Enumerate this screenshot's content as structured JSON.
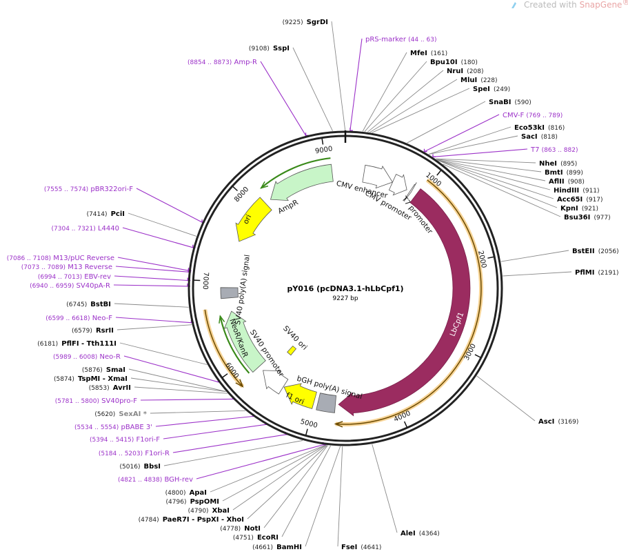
{
  "watermark": {
    "prefix": "Created with ",
    "brand": "SnapGene",
    "reg": "®"
  },
  "plasmid": {
    "name": "pY016 (pcDNA3.1-hLbCpf1)",
    "length_label": "9227 bp",
    "length": 9227
  },
  "ticks": [
    "1000",
    "2000",
    "3000",
    "4000",
    "5000",
    "6000",
    "7000",
    "8000",
    "9000"
  ],
  "colors": {
    "enzyme": "#000000",
    "primer": "#9b30c8",
    "cds": "#9b2c60",
    "marker": "#c8f5c8",
    "ori": "#ffff00",
    "orf": "#f0b040"
  },
  "sites": [
    {
      "name": "SgrDI",
      "pos": "9225"
    },
    {
      "name": "SspI",
      "pos": "9108"
    },
    {
      "name": "MfeI",
      "pos": "161"
    },
    {
      "name": "Bpu10I",
      "pos": "180"
    },
    {
      "name": "NruI",
      "pos": "208"
    },
    {
      "name": "MluI",
      "pos": "228"
    },
    {
      "name": "SpeI",
      "pos": "249"
    },
    {
      "name": "SnaBI",
      "pos": "590"
    },
    {
      "name": "Eco53kI",
      "pos": "816"
    },
    {
      "name": "SacI",
      "pos": "818"
    },
    {
      "name": "NheI",
      "pos": "895"
    },
    {
      "name": "BmtI",
      "pos": "899"
    },
    {
      "name": "AflII",
      "pos": "908"
    },
    {
      "name": "HindIII",
      "pos": "911"
    },
    {
      "name": "Acc65I",
      "pos": "917"
    },
    {
      "name": "KpnI",
      "pos": "921"
    },
    {
      "name": "Bsu36I",
      "pos": "977"
    },
    {
      "name": "BstEII",
      "pos": "2056"
    },
    {
      "name": "PflMI",
      "pos": "2191"
    },
    {
      "name": "AscI",
      "pos": "3169"
    },
    {
      "name": "AleI",
      "pos": "4364"
    },
    {
      "name": "FseI",
      "pos": "4641"
    },
    {
      "name": "BamHI",
      "pos": "4661"
    },
    {
      "name": "EcoRI",
      "pos": "4751"
    },
    {
      "name": "NotI",
      "pos": "4778"
    },
    {
      "name": "PaeR7I  - PspXI  - XhoI",
      "pos": "4784"
    },
    {
      "name": "XbaI",
      "pos": "4790"
    },
    {
      "name": "PspOMI",
      "pos": "4796"
    },
    {
      "name": "ApaI",
      "pos": "4800"
    },
    {
      "name": "BbsI",
      "pos": "5016"
    },
    {
      "name": "SexAI *",
      "pos": "5620"
    },
    {
      "name": "AvrII",
      "pos": "5853"
    },
    {
      "name": "TspMI  - XmaI",
      "pos": "5874"
    },
    {
      "name": "SmaI",
      "pos": "5876"
    },
    {
      "name": "PflFI  - Tth111I",
      "pos": "6181"
    },
    {
      "name": "RsrII",
      "pos": "6579"
    },
    {
      "name": "BstBI",
      "pos": "6745"
    },
    {
      "name": "PciI",
      "pos": "7414"
    }
  ],
  "primers": [
    {
      "name": "pRS-marker",
      "range": "(44 .. 63)",
      "start": 44
    },
    {
      "name": "Amp-R",
      "range": "(8854 .. 8873)",
      "start": 8854
    },
    {
      "name": "CMV-F",
      "range": "(769 .. 789)",
      "start": 769
    },
    {
      "name": "T7",
      "range": "(863 .. 882)",
      "start": 863
    },
    {
      "name": "pBR322ori-F",
      "range": "(7555 .. 7574)",
      "start": 7555
    },
    {
      "name": "L4440",
      "range": "(7304 .. 7321)",
      "start": 7304
    },
    {
      "name": "M13/pUC Reverse",
      "range": "(7086 .. 7108)",
      "start": 7086
    },
    {
      "name": "M13 Reverse",
      "range": "(7073 .. 7089)",
      "start": 7073
    },
    {
      "name": "EBV-rev",
      "range": "(6994 .. 7013)",
      "start": 6994
    },
    {
      "name": "SV40pA-R",
      "range": "(6940 .. 6959)",
      "start": 6940
    },
    {
      "name": "Neo-F",
      "range": "(6599 .. 6618)",
      "start": 6599
    },
    {
      "name": "Neo-R",
      "range": "(5989 .. 6008)",
      "start": 5989
    },
    {
      "name": "SV40pro-F",
      "range": "(5781 .. 5800)",
      "start": 5781
    },
    {
      "name": "pBABE 3'",
      "range": "(5534 .. 5554)",
      "start": 5534
    },
    {
      "name": "F1ori-F",
      "range": "(5394 .. 5415)",
      "start": 5394
    },
    {
      "name": "F1ori-R",
      "range": "(5184 .. 5203)",
      "start": 5184
    },
    {
      "name": "BGH-rev",
      "range": "(4821 .. 4838)",
      "start": 4821
    }
  ],
  "features": [
    {
      "name": "CMV enhancer",
      "start": 235,
      "end": 614,
      "dir": "cw",
      "color": "#ffffff"
    },
    {
      "name": "CMV promoter",
      "start": 615,
      "end": 818,
      "dir": "cw",
      "color": "#ffffff"
    },
    {
      "name": "T7 promoter",
      "start": 863,
      "end": 881,
      "dir": "cw",
      "color": "#ffffff"
    },
    {
      "name": "LbCpf1",
      "start": 950,
      "end": 4700,
      "dir": "cw",
      "color": "#9b2c60"
    },
    {
      "name": "bGH poly(A) signal",
      "start": 4740,
      "end": 4960,
      "dir": "none",
      "color": "#a8acb4"
    },
    {
      "name": "f1 ori",
      "start": 5010,
      "end": 5430,
      "dir": "cw",
      "color": "#ffff00"
    },
    {
      "name": "SV40 promoter",
      "start": 5440,
      "end": 5770,
      "dir": "cw",
      "color": "#ffffff"
    },
    {
      "name": "SV40 ori",
      "start": 5620,
      "end": 5700,
      "dir": "none",
      "color": "#ffff00"
    },
    {
      "name": "NeoR/KanR",
      "start": 5840,
      "end": 6630,
      "dir": "cw",
      "color": "#c8f5c8"
    },
    {
      "name": "SV40 poly(A) signal",
      "start": 6800,
      "end": 6930,
      "dir": "none",
      "color": "#a8acb4"
    },
    {
      "name": "ori",
      "start": 7530,
      "end": 8120,
      "dir": "ccw",
      "color": "#ffff00"
    },
    {
      "name": "AmpR",
      "start": 8200,
      "end": 9060,
      "dir": "ccw",
      "color": "#c8f5c8"
    }
  ],
  "orfs": [
    {
      "start": 950,
      "end": 4720,
      "dir": "cw",
      "color": "#f0b040"
    },
    {
      "start": 5800,
      "end": 6700,
      "dir": "ccw",
      "color": "#f0b040"
    },
    {
      "start": 5860,
      "end": 6600,
      "dir": "cw",
      "color": "#3a8a1a"
    },
    {
      "start": 8200,
      "end": 9060,
      "dir": "ccw",
      "color": "#3a8a1a"
    }
  ]
}
